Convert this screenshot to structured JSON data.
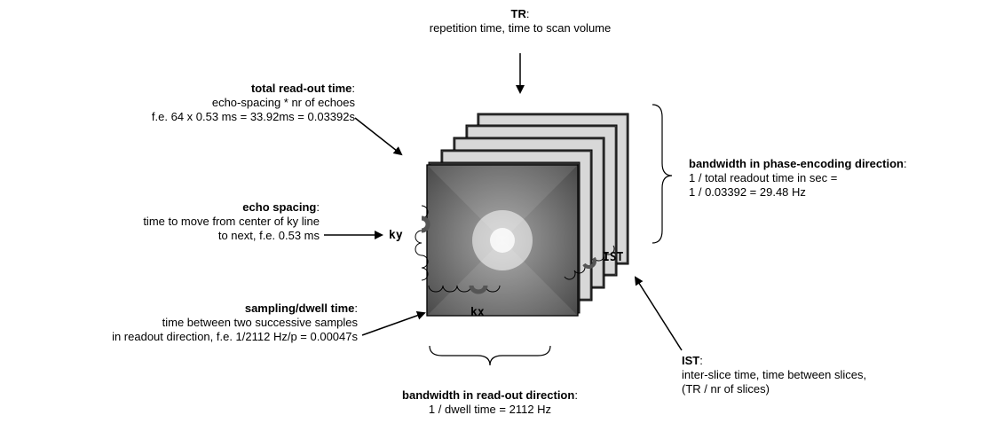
{
  "tr": {
    "title": "TR",
    "colon": ":",
    "desc": "repetition time, time to scan volume"
  },
  "total_readout": {
    "title": "total read-out time",
    "colon": ":",
    "line1": "echo-spacing * nr of echoes",
    "line2": "f.e. 64 x 0.53 ms = 33.92ms = 0.03392s"
  },
  "echo_spacing": {
    "title": "echo spacing",
    "colon": ":",
    "line1": "time to move from center of ky line",
    "line2": "to next, f.e. 0.53 ms"
  },
  "sampling": {
    "title": "sampling/dwell time",
    "colon": ":",
    "line1": "time between two successive samples",
    "line2": "in readout direction, f.e. 1/2112 Hz/p = 0.00047s"
  },
  "bw_phase": {
    "title": "bandwidth in phase-encoding direction",
    "colon": ":",
    "line1": "1 / total readout time in sec  =",
    "line2": "1 / 0.03392 = 29.48 Hz"
  },
  "ist": {
    "title": "IST",
    "colon": ":",
    "line1": "inter-slice time, time between slices,",
    "line2": "(TR / nr of slices)"
  },
  "bw_readout": {
    "title": "bandwidth in read-out direction",
    "colon": ":",
    "line1": "1 / dwell time = 2112 Hz"
  },
  "axis_labels": {
    "ky": "ky",
    "kx": "kx",
    "ist": "IST"
  },
  "colors": {
    "text": "#000000",
    "slice_edge": "#000000",
    "slice_center": "#ffffff",
    "slice_outer": "#404040",
    "highlight_arc": "#555555"
  }
}
